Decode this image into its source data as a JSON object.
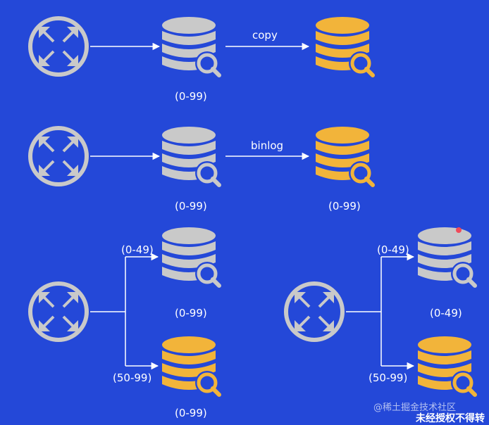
{
  "colors": {
    "background": "#2448d8",
    "router": "#c9c9c9",
    "source_db": "#c9c9c9",
    "target_db": "#f2b43a",
    "arrow": "#ffffff",
    "alert_dot": "#f04a5a"
  },
  "icons": {
    "router": "router-icon",
    "database_search": "database-search-icon"
  },
  "scenario_copy": {
    "arrow_label": "copy",
    "source_range": "(0-99)"
  },
  "scenario_binlog": {
    "arrow_label": "binlog",
    "source_range": "(0-99)",
    "target_range": "(0-99)"
  },
  "scenario_split": {
    "upper_route": "(0-49)",
    "upper_db_range": "(0-99)",
    "lower_route": "(50-99)",
    "lower_db_range": "(0-99)"
  },
  "scenario_split_done": {
    "upper_route": "(0-49)",
    "upper_db_range": "(0-49)",
    "lower_route": "(50-99)"
  },
  "watermark": {
    "line1": "@稀土掘金技术社区",
    "line2": "未经授权不得转"
  }
}
